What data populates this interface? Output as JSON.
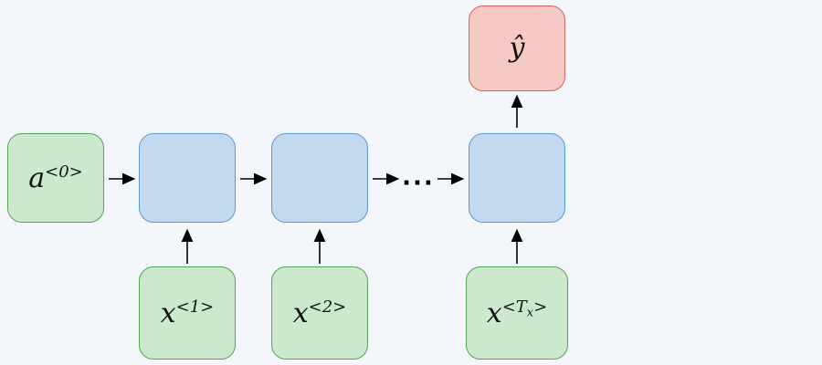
{
  "diagram": {
    "type": "rnn-many-to-one-architecture",
    "ellipsis": "...",
    "nodes": {
      "a0": {
        "base": "a",
        "sup": "<0>"
      },
      "h1": {
        "label": ""
      },
      "h2": {
        "label": ""
      },
      "h3": {
        "label": ""
      },
      "yhat": {
        "label": "ŷ"
      },
      "x1": {
        "base": "x",
        "sup": "<1>"
      },
      "x2": {
        "base": "x",
        "sup": "<2>"
      },
      "xTx": {
        "base": "x",
        "sup_pre": "<T",
        "sub": "x",
        "sup_post": ">"
      }
    },
    "colors": {
      "background": "#f3f6fb",
      "green_fill": "#cde9cd",
      "green_border": "#55a455",
      "blue_fill": "#c3d9f0",
      "blue_border": "#5b9bd5",
      "red_fill": "#f7c9c4",
      "red_border": "#d96459",
      "arrow": "#000000"
    }
  }
}
